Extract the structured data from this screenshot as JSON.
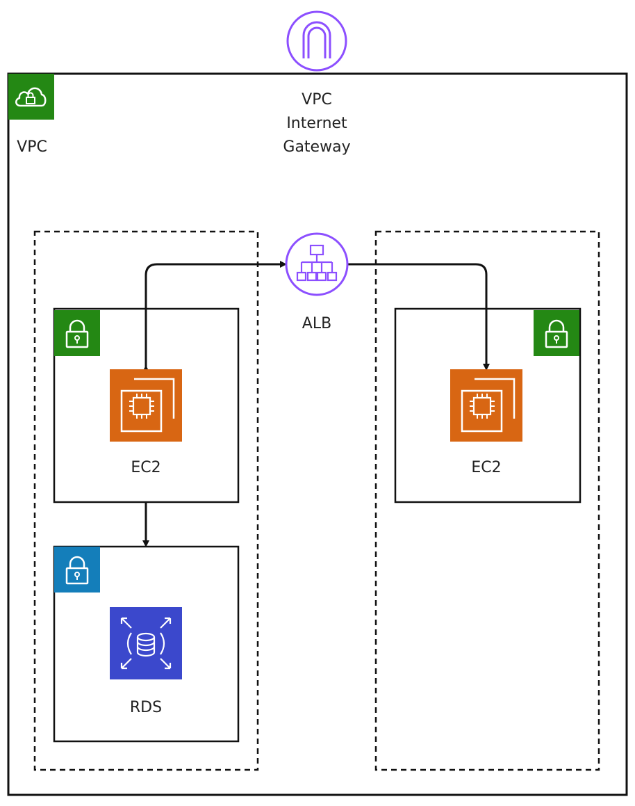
{
  "labels": {
    "vpc": "VPC",
    "igw_line1": "VPC",
    "igw_line2": "Internet",
    "igw_line3": "Gateway",
    "alb": "ALB",
    "ec2_left": "EC2",
    "ec2_right": "EC2",
    "rds": "RDS"
  },
  "icons": {
    "vpc": "vpc-cloud-lock-icon",
    "internet_gateway": "internet-gateway-icon",
    "alb": "application-load-balancer-icon",
    "ec2": "ec2-instance-icon",
    "rds": "rds-database-icon",
    "subnet": "subnet-lock-icon"
  },
  "colors": {
    "vpc_green": "#248814",
    "private_subnet_blue": "#147EBA",
    "networking_purple": "#8C4FFF",
    "compute_orange": "#D86613",
    "database_blue": "#3B48CC",
    "line": "#111111"
  }
}
